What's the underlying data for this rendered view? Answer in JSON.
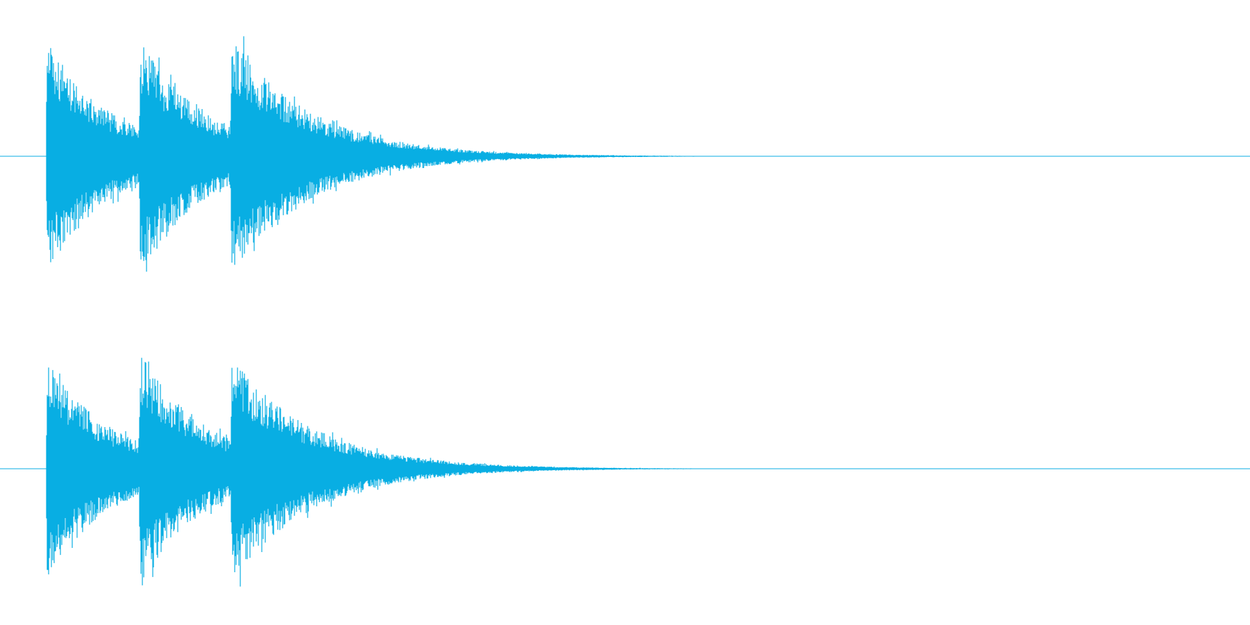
{
  "waveform": {
    "color": "#08aee3",
    "background": "#ffffff",
    "channels": [
      {
        "name": "",
        "bursts": [
          {
            "onset_s": 0.0,
            "peak_amplitude": 0.98,
            "decay_s": 0.18,
            "sustain_amplitude": 0.08
          },
          {
            "onset_s": 0.255,
            "peak_amplitude": 0.98,
            "decay_s": 0.18,
            "sustain_amplitude": 0.08
          },
          {
            "onset_s": 0.505,
            "peak_amplitude": 1.0,
            "decay_s": 0.22,
            "sustain_amplitude": 0.02
          }
        ],
        "tail_end_s": 1.35
      },
      {
        "name": "",
        "bursts": [
          {
            "onset_s": 0.0,
            "peak_amplitude": 0.92,
            "decay_s": 0.18,
            "sustain_amplitude": 0.06
          },
          {
            "onset_s": 0.255,
            "peak_amplitude": 0.98,
            "decay_s": 0.18,
            "sustain_amplitude": 0.06
          },
          {
            "onset_s": 0.505,
            "peak_amplitude": 0.95,
            "decay_s": 0.22,
            "sustain_amplitude": 0.02
          }
        ],
        "tail_end_s": 1.35
      }
    ],
    "duration_s": 3.3
  }
}
